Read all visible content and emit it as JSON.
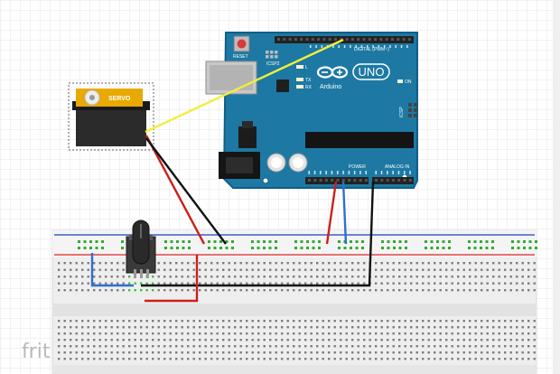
{
  "board": {
    "model_text": "UNO",
    "brand_text": "Arduino",
    "reset_label": "RESET",
    "icsp2_label": "ICSP2",
    "led_labels": [
      "L",
      "TX",
      "RX"
    ],
    "on_label": "ON",
    "icsp_label": "ICSP",
    "digital_header_label": "DIGITAL (PWM~)",
    "power_header_label": "POWER",
    "analog_header_label": "ANALOG IN",
    "colors": {
      "pcb": "#1d79a3",
      "pcb_dark": "#0f5f86",
      "header": "#222222"
    }
  },
  "servo": {
    "label": "SERVO",
    "body_color": "#2b2b2b",
    "label_color": "#e8a900"
  },
  "potentiometer": {
    "color": "#2a2a2a"
  },
  "breadboard": {
    "rail_red": "#e04646",
    "rail_blue": "#3b5fc9",
    "hole_green": "#33aa33"
  },
  "wires": {
    "signal_color": "#f2ee3a",
    "power_color": "#cc1f1a",
    "ground_color": "#111111",
    "analog_color": "#2f6fd0"
  },
  "watermark": "frit"
}
